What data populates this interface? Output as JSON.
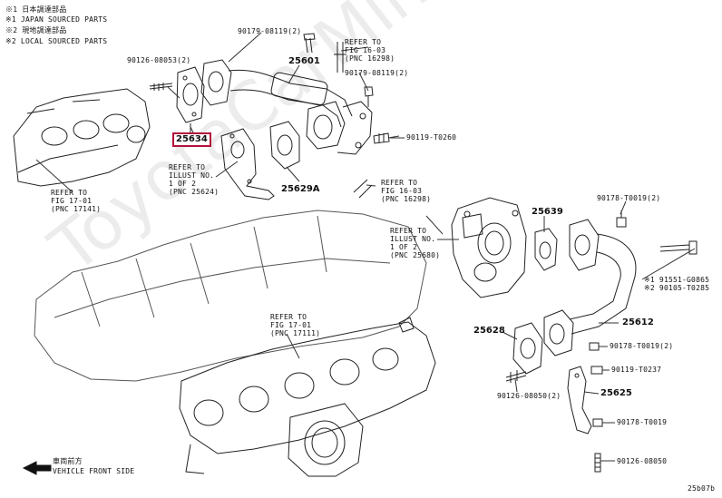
{
  "legend": {
    "line1": "※1 日本調達部品",
    "line2": "※1 JAPAN SOURCED PARTS",
    "line3": "※2 現地調達部品",
    "line4": "※2 LOCAL SOURCED PARTS"
  },
  "watermark": "ToyotaCarMine.ru",
  "highlighted_part": "25634",
  "parts": {
    "p25601": "25601",
    "p25629A": "25629A",
    "p25639": "25639",
    "p25612": "25612",
    "p25628": "25628",
    "p25625": "25625"
  },
  "fasteners": {
    "f1": "90179-08119(2)",
    "f2": "90126-08053(2)",
    "f3": "90179-08119(2)",
    "f4": "90119-T0260",
    "f5": "90178-T0019(2)",
    "f6": "※1 91551-G0865",
    "f7": "※2 90105-T0285",
    "f8": "90178-T0019(2)",
    "f9": "90119-T0237",
    "f10": "90126-08050(2)",
    "f11": "90178-T0019",
    "f12": "90126-08050"
  },
  "refs": {
    "r1": {
      "a": "REFER TO",
      "b": "FIG 16-03",
      "c": "(PNC 16298)"
    },
    "r2": {
      "a": "REFER TO",
      "b": "FIG 17-01",
      "c": "(PNC 17141)"
    },
    "r3": {
      "a": "REFER TO",
      "b": "ILLUST NO.",
      "c": "1 OF 2",
      "d": "(PNC 25624)"
    },
    "r4": {
      "a": "REFER TO",
      "b": "FIG 16-03",
      "c": "(PNC 16298)"
    },
    "r5": {
      "a": "REFER TO",
      "b": "ILLUST NO.",
      "c": "1 OF 2",
      "d": "(PNC 25680)"
    },
    "r6": {
      "a": "REFER TO",
      "b": "FIG 17-01",
      "c": "(PNC 17111)"
    }
  },
  "front": {
    "jp": "車両前方",
    "en": "VEHICLE FRONT SIDE"
  },
  "figure_id": "25b07b"
}
